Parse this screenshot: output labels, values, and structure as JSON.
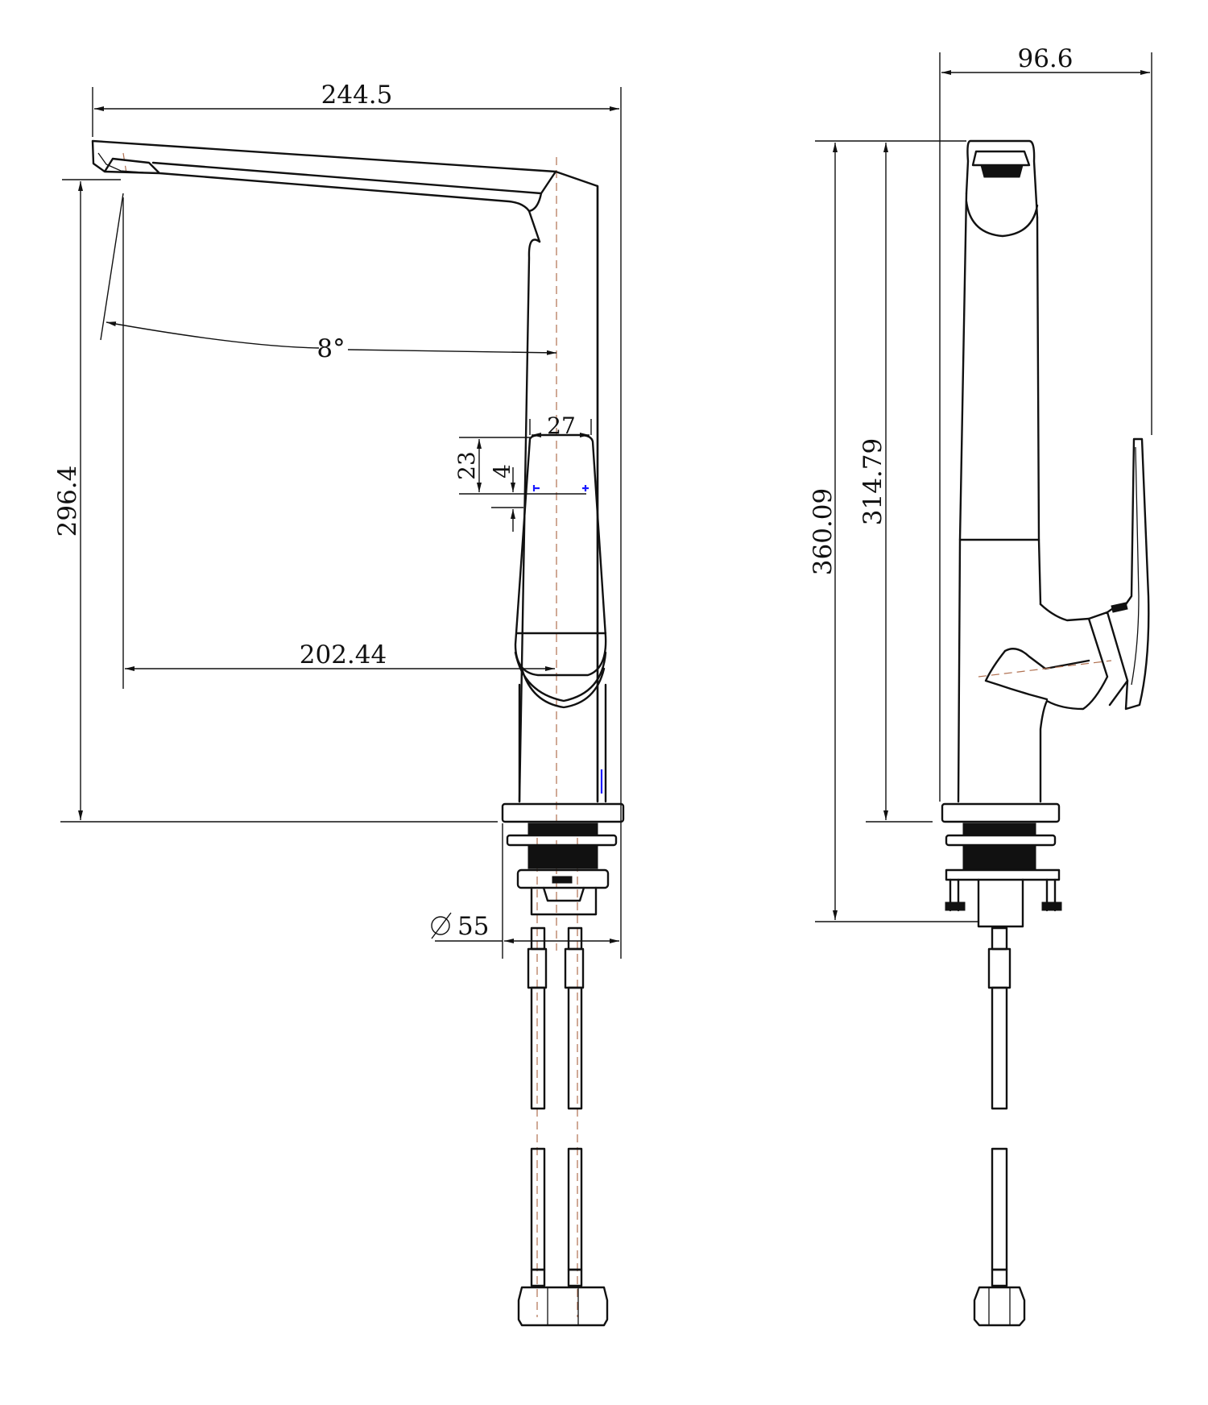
{
  "dimensions": {
    "front_width": "244.5",
    "side_width": "96.6",
    "angle": "8°",
    "handle_width": "27",
    "handle_offset": "23",
    "handle_small": "4",
    "front_height": "296.4",
    "reach": "202.44",
    "diameter": "55",
    "total_height": "360.09",
    "spout_height": "314.79"
  },
  "colors": {
    "line": "#111111",
    "centerline": "#b07050",
    "marker": "#1a1aff"
  },
  "icons": {
    "diameter_symbol": "diameter-icon",
    "arrowhead": "arrowhead-icon"
  }
}
